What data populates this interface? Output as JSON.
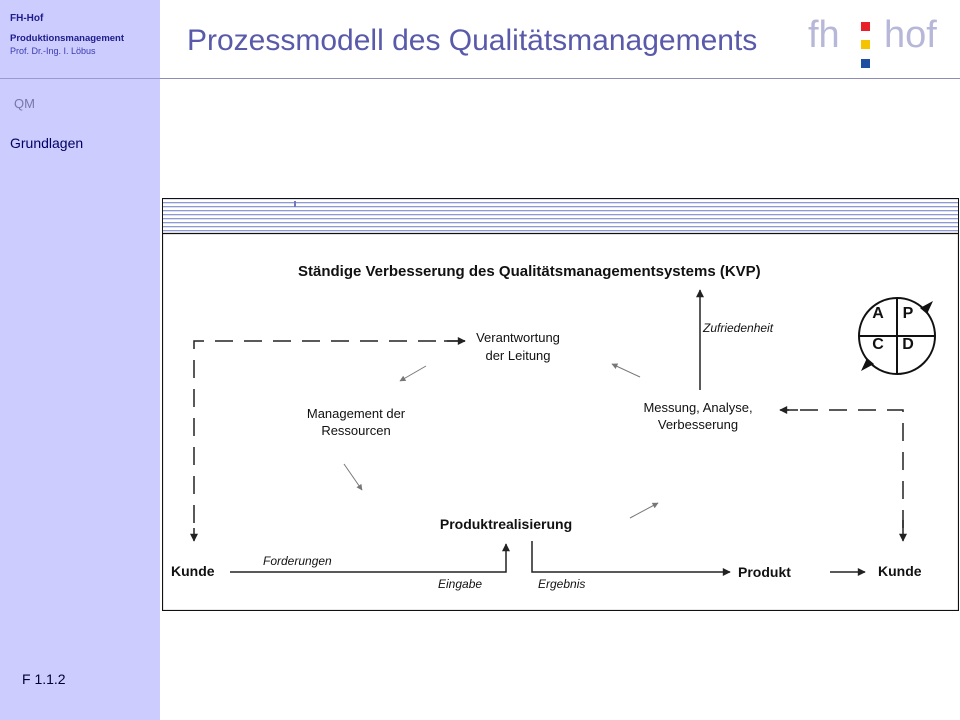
{
  "sidebar": {
    "org": "FH-Hof",
    "course": "Produktionsmanagement",
    "author": "Prof. Dr.-Ing. I. Löbus",
    "section": "QM",
    "nav_item": "Grundlagen",
    "slide_code": "F 1.1.2"
  },
  "header": {
    "title": "Prozessmodell des Qualitätsmanagements",
    "logo_left": "fh",
    "logo_right": "hof",
    "colors": {
      "title": "#5a5aaa",
      "sidebar_bg": "#ccccff",
      "logo_text": "#b7b7d9",
      "logo_red": "#e8202a",
      "logo_yellow": "#f5c400",
      "logo_blue": "#1f4fa0"
    }
  },
  "diagram": {
    "heading": "Ständige Verbesserung des Qualitätsmanagementsystems (KVP)",
    "nodes": {
      "leitung_1": "Verantwortung",
      "leitung_2": "der Leitung",
      "ressourcen_1": "Management der",
      "ressourcen_2": "Ressourcen",
      "messung_1": "Messung, Analyse,",
      "messung_2": "Verbesserung",
      "realisierung": "Produktrealisierung",
      "kunde_left": "Kunde",
      "produkt": "Produkt",
      "kunde_right": "Kunde"
    },
    "labels": {
      "zufriedenheit": "Zufriedenheit",
      "forderungen": "Forderungen",
      "eingabe": "Eingabe",
      "ergebnis": "Ergebnis"
    },
    "pdca": [
      "A",
      "P",
      "C",
      "D"
    ]
  }
}
